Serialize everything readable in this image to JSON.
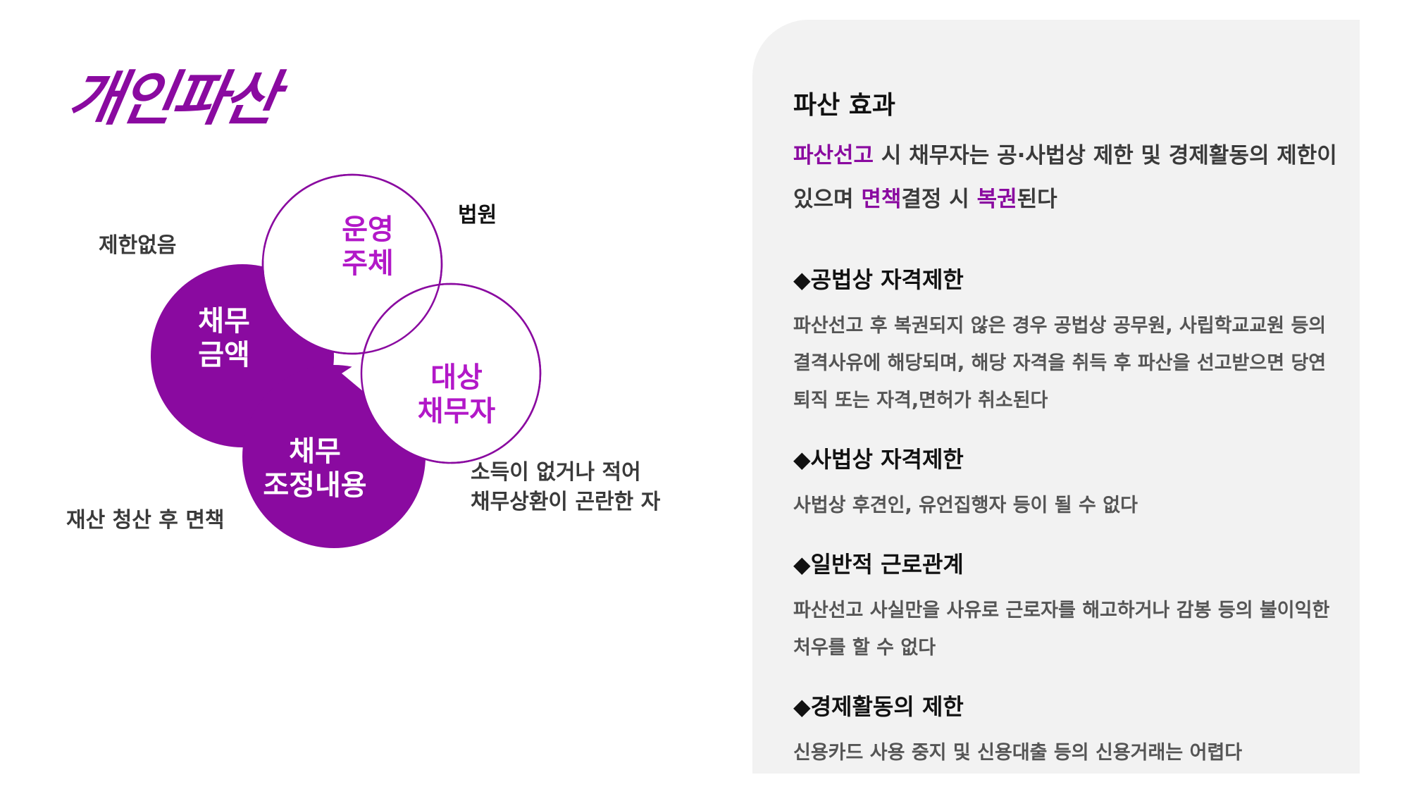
{
  "title": "개인파산",
  "colors": {
    "accent": "#8a0aa0",
    "outline": "#8a0aa0",
    "panel_bg": "#f2f2f2"
  },
  "diagram": {
    "circles": [
      {
        "id": "operator",
        "label": "운영\n주체",
        "fill": "outline"
      },
      {
        "id": "target",
        "label": "대상\n채무자",
        "fill": "outline"
      },
      {
        "id": "amount",
        "label": "채무\n금액",
        "fill": "filled"
      },
      {
        "id": "adjust",
        "label": "채무\n조정내용",
        "fill": "filled"
      }
    ],
    "side_labels": {
      "operator": "법원",
      "amount": "제한없음",
      "target": "소득이 없거나 적어\n채무상환이 곤란한 자",
      "adjust": "재산 청산 후 면책"
    }
  },
  "panel": {
    "effect_title": "파산 효과",
    "intro": {
      "s1": "파산선고",
      "s2": " 시 채무자는 공·사법상 제한 및 경제활동의 제한이 있으며 ",
      "s3": "면책",
      "s4": "결정 시 ",
      "s5": "복권",
      "s6": "된다"
    },
    "sections": [
      {
        "title": "◆공법상 자격제한",
        "body": "파산선고 후 복권되지 않은 경우 공법상 공무원, 사립학교교원 등의 결격사유에 해당되며, 해당 자격을 취득 후 파산을 선고받으면 당연퇴직 또는 자격,면허가 취소된다"
      },
      {
        "title": "◆사법상 자격제한",
        "body": "사법상 후견인, 유언집행자 등이 될 수 없다"
      },
      {
        "title": "◆일반적 근로관계",
        "body": "파산선고 사실만을 사유로 근로자를 해고하거나 감봉 등의 불이익한 처우를 할 수 없다"
      },
      {
        "title": "◆경제활동의 제한",
        "body": "신용카드 사용 중지 및 신용대출 등의 신용거래는 어렵다"
      }
    ]
  }
}
